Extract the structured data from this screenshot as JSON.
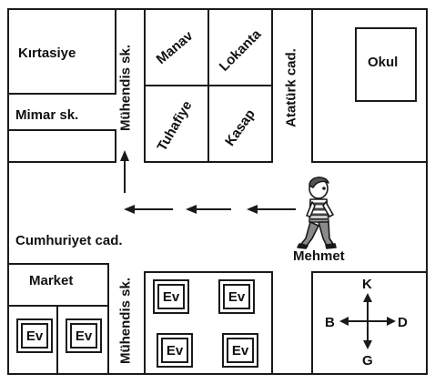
{
  "places": {
    "kirtasiye": "Kırtasiye",
    "mimar": "Mimar sk.",
    "muhendis_top": "Mühendis sk.",
    "manav": "Manav",
    "lokanta": "Lokanta",
    "tuhafiye": "Tuhafiye",
    "kasap": "Kasap",
    "ataturk": "Atatürk cad.",
    "okul": "Okul",
    "cumhuriyet": "Cumhuriyet cad.",
    "mehmet": "Mehmet",
    "market": "Market",
    "muhendis_bottom": "Mühendis sk.",
    "ev": "Ev"
  },
  "compass": {
    "north": "K",
    "south": "G",
    "east": "D",
    "west": "B"
  }
}
